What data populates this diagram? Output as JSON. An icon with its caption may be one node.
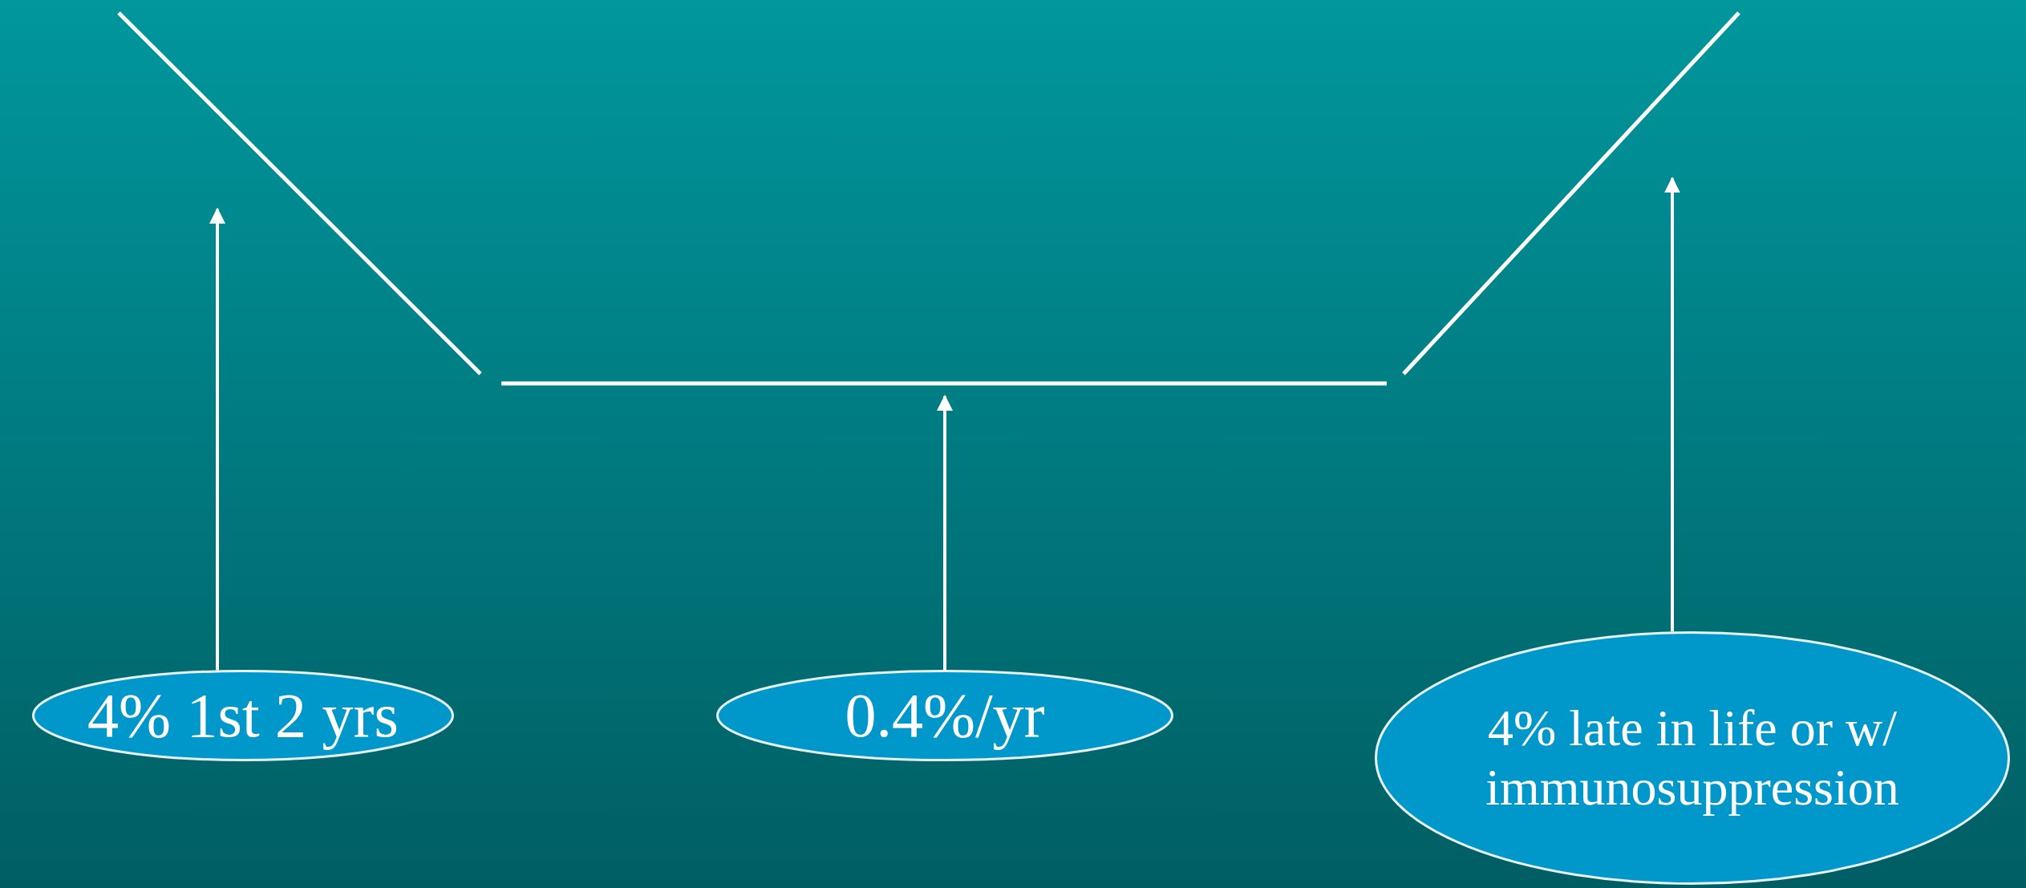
{
  "diagram": {
    "nodes": [
      {
        "text": [],
        "shape": "line"
      },
      {
        "text": [],
        "shape": "line"
      },
      {
        "text": [],
        "shape": "line"
      },
      {
        "text": [
          "4% 1st 2 yrs"
        ]
      },
      {
        "text": [
          "0.4%/yr"
        ]
      },
      {
        "text": [
          "4% late in life or w/ immunosuppression"
        ]
      }
    ],
    "edges": [
      {
        "from": 3,
        "to": 0,
        "arrow": "to"
      },
      {
        "from": 4,
        "to": 1,
        "arrow": "to"
      },
      {
        "from": 5,
        "to": 2,
        "arrow": "to"
      }
    ]
  }
}
